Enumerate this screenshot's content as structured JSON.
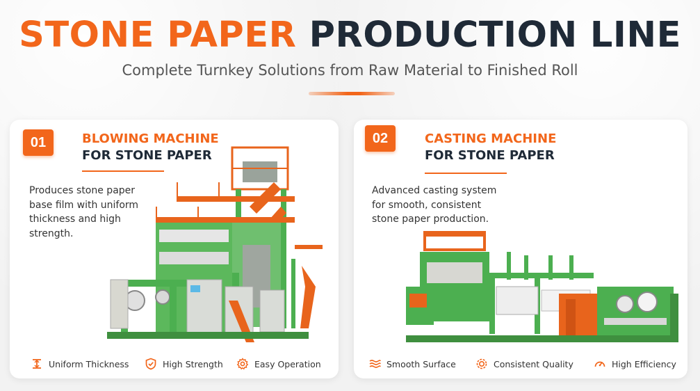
{
  "header": {
    "title_accent": "STONE PAPER",
    "title_main": "PRODUCTION LINE",
    "subtitle": "Complete Turnkey Solutions from Raw Material to Finished Roll"
  },
  "colors": {
    "accent": "#f2661b",
    "dark": "#1f2a37",
    "machine_green": "#4caf50",
    "machine_orange": "#e8641c"
  },
  "cards": [
    {
      "number": "01",
      "title_line1": "BLOWING MACHINE",
      "title_line2": "FOR STONE PAPER",
      "description": "Produces stone paper base film with uniform thickness and high strength.",
      "features": [
        {
          "icon": "thickness-icon",
          "label": "Uniform Thickness"
        },
        {
          "icon": "shield-check-icon",
          "label": "High Strength"
        },
        {
          "icon": "gear-icon",
          "label": "Easy Operation"
        }
      ]
    },
    {
      "number": "02",
      "title_line1": "CASTING MACHINE",
      "title_line2": "FOR STONE PAPER",
      "description": "Advanced casting system for smooth, consistent stone paper production.",
      "features": [
        {
          "icon": "waves-icon",
          "label": "Smooth Surface"
        },
        {
          "icon": "quality-gear-icon",
          "label": "Consistent Quality"
        },
        {
          "icon": "gauge-icon",
          "label": "High Efficiency"
        }
      ]
    }
  ]
}
